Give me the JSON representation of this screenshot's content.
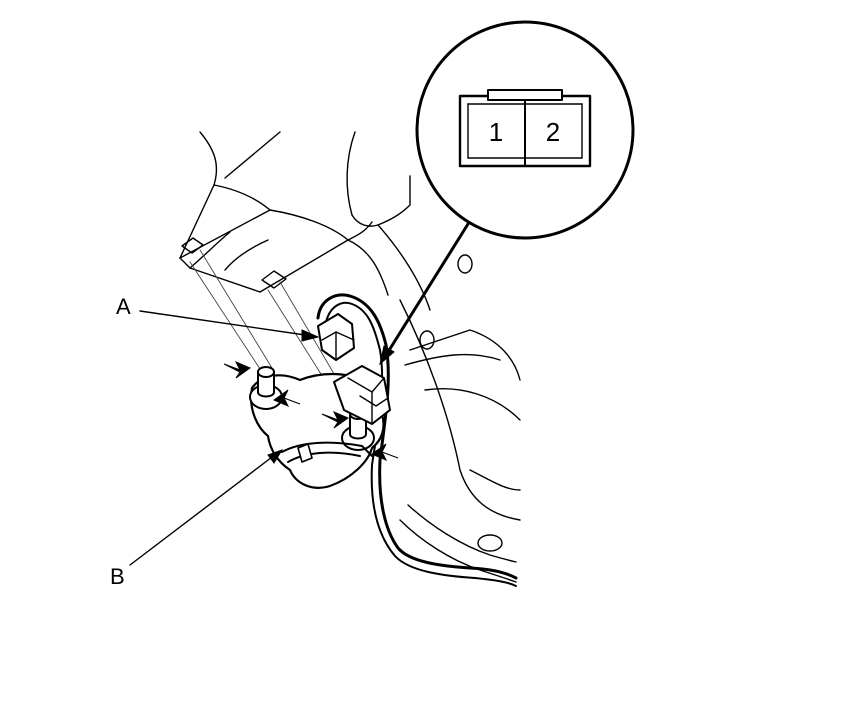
{
  "labels": {
    "a": "A",
    "b": "B"
  },
  "connector": {
    "pins": [
      "1",
      "2"
    ]
  }
}
